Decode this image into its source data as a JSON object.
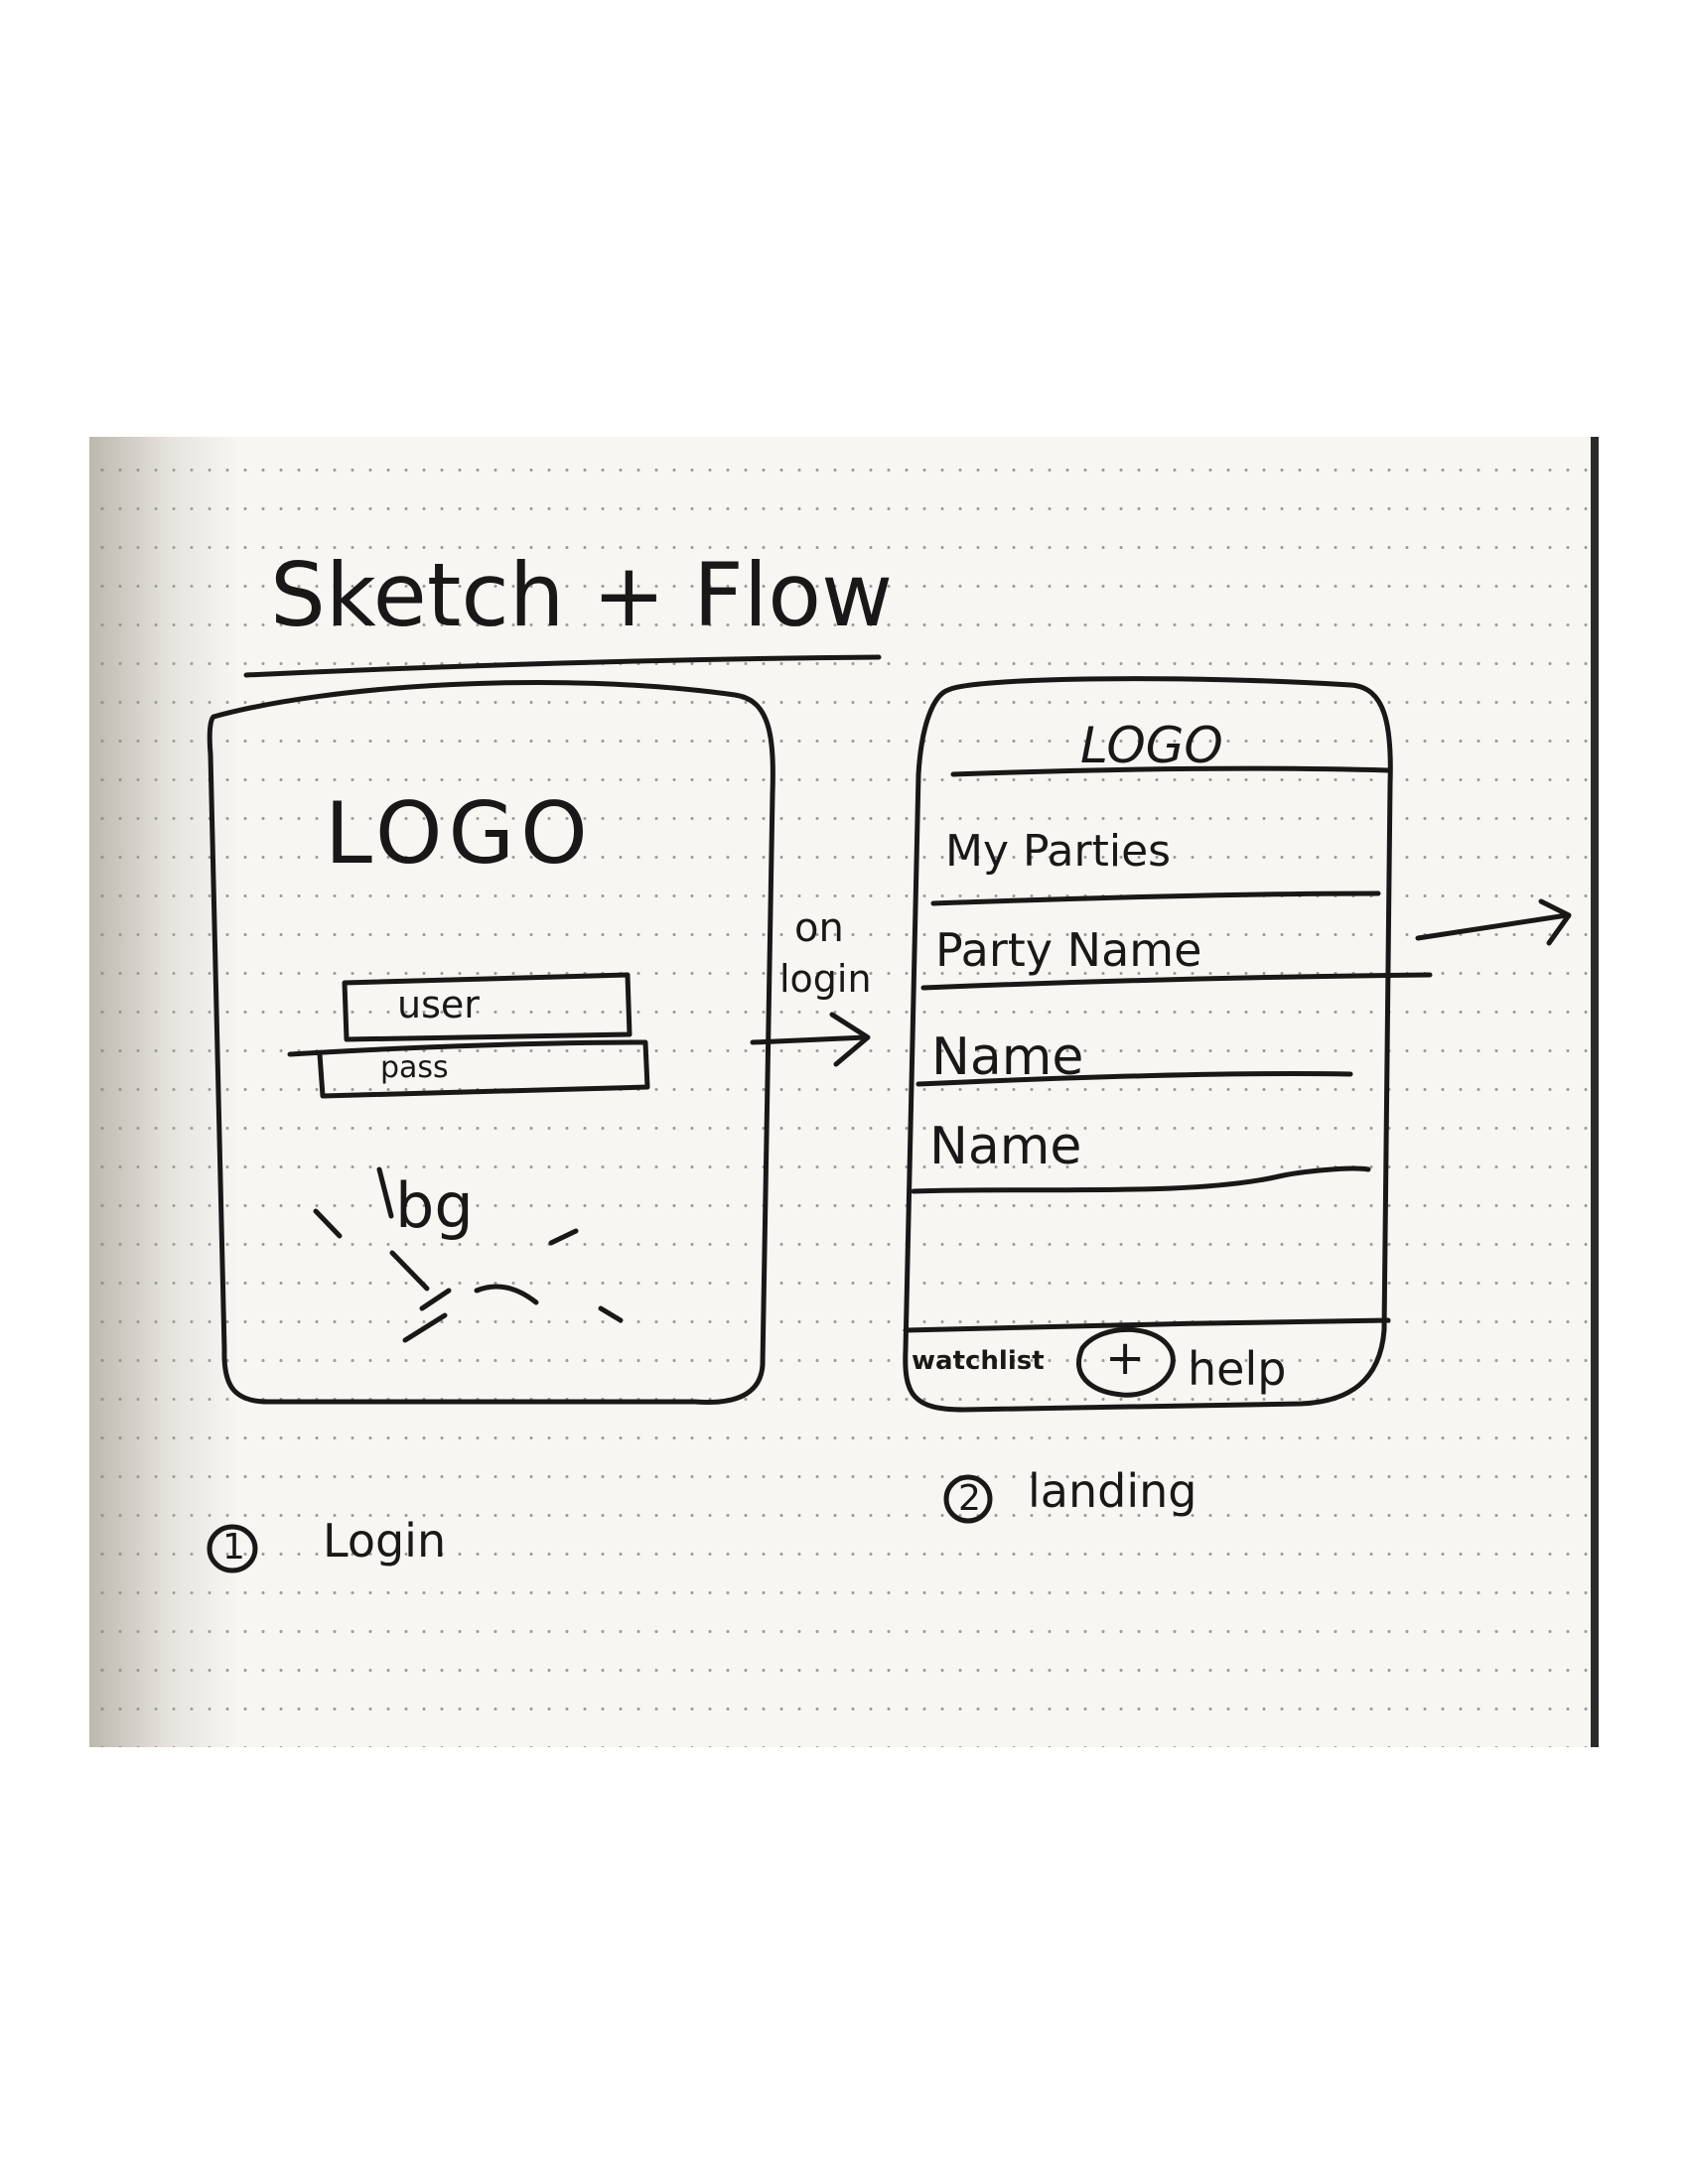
{
  "title": "Sketch + Flow",
  "screens": [
    {
      "number": "1",
      "caption": "Login",
      "logo": "LOGO",
      "fields": [
        "user",
        "pass"
      ],
      "background_note": "bg"
    },
    {
      "number": "2",
      "caption": "landing",
      "logo": "LOGO",
      "list": [
        "My Parties",
        "Party Name",
        "Name",
        "Name"
      ],
      "bottom_bar": {
        "left": "watchlist",
        "center": "+",
        "right": "help"
      }
    }
  ],
  "transitions": [
    {
      "label_line1": "on",
      "label_line2": "login"
    }
  ],
  "colors": {
    "ink": "#1b1718",
    "paper": "#f7f6f3",
    "dots": "#9d9d9d"
  }
}
